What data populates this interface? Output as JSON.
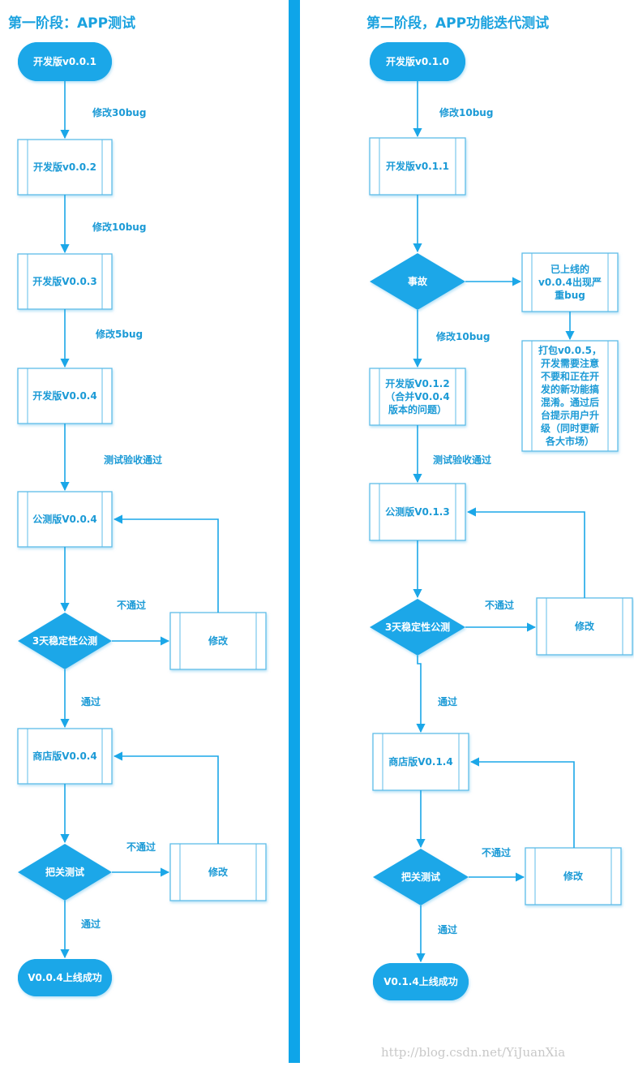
{
  "left": {
    "title": "第一阶段：APP测试",
    "nodes": {
      "start": "开发版v0.0.1",
      "v002": "开发版v0.0.2",
      "v003": "开发版V0.0.3",
      "v004": "开发版V0.0.4",
      "beta": "公测版V0.0.4",
      "decision1": "3天稳定性公测",
      "fix1": "修改",
      "store": "商店版V0.0.4",
      "decision2": "把关测试",
      "fix2": "修改",
      "end": "V0.0.4上线成功"
    },
    "labels": {
      "e1": "修改30bug",
      "e2": "修改10bug",
      "e3": "修改5bug",
      "e4": "测试验收通过",
      "fail1": "不通过",
      "pass1": "通过",
      "fail2": "不通过",
      "pass2": "通过"
    }
  },
  "right": {
    "title": "第二阶段，APP功能迭代测试",
    "nodes": {
      "start": "开发版v0.1.0",
      "v011": "开发版v0.1.1",
      "incident": "事故",
      "online_bug": "已上线的\nv0.0.4出现严\n重bug",
      "hotfix": "打包v0.0.5，\n开发需要注意\n不要和正在开\n发的新功能搞\n混淆。通过后\n台提示用户升\n级（同时更新\n各大市场）",
      "v012": "开发版V0.1.2\n（合并V0.0.4\n版本的问题）",
      "beta": "公测版V0.1.3",
      "decision1": "3天稳定性公测",
      "fix1": "修改",
      "store": "商店版V0.1.4",
      "decision2": "把关测试",
      "fix2": "修改",
      "end": "V0.1.4上线成功"
    },
    "labels": {
      "e1": "修改10bug",
      "e2": "修改10bug",
      "e3": "测试验收通过",
      "fail1": "不通过",
      "pass1": "通过",
      "fail2": "不通过",
      "pass2": "通过"
    }
  },
  "watermark": "http://blog.csdn.net/YiJuanXia",
  "colors": {
    "accent": "#1ba7e8",
    "divider": "#0ea5e9",
    "text": "#1b9ad6",
    "node_fill": "#ffffff"
  }
}
